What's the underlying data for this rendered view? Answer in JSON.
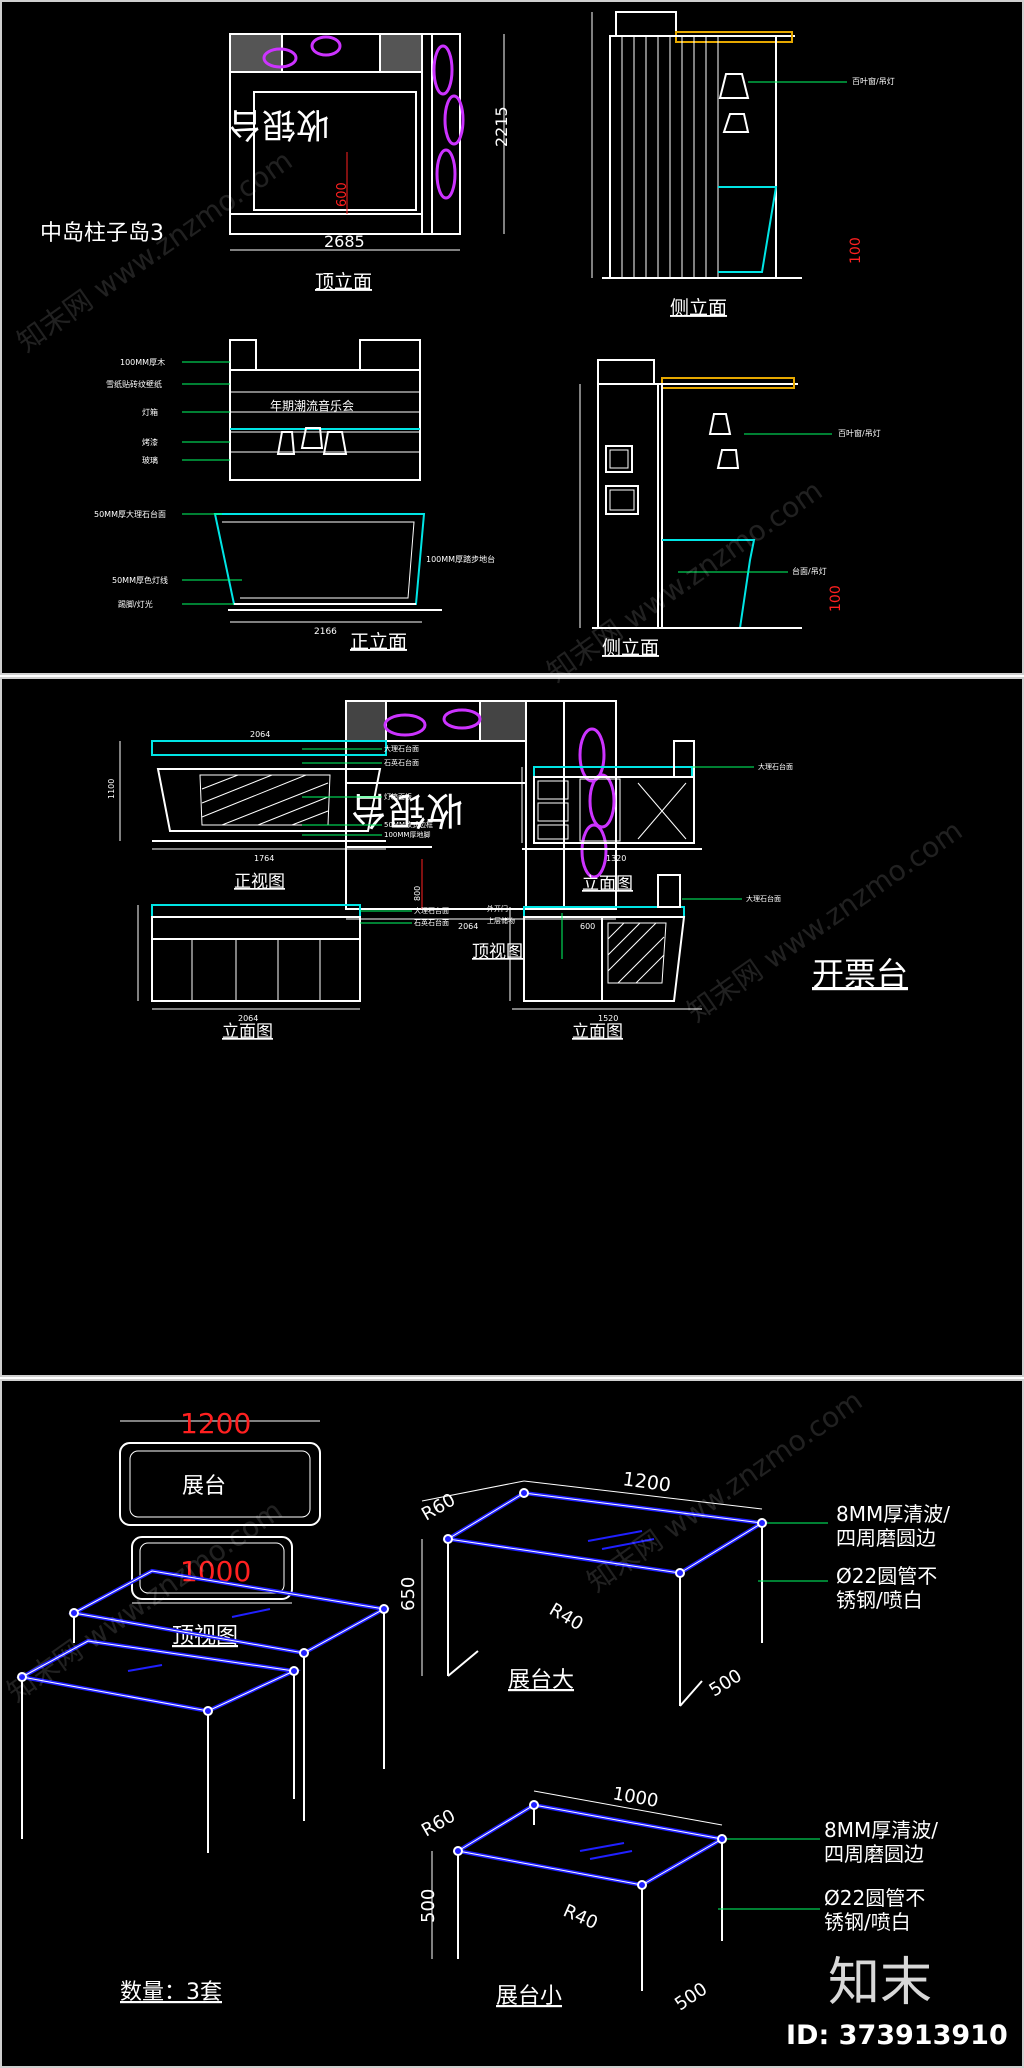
{
  "panel1": {
    "group_title": "中岛柱子岛3",
    "views": {
      "top_elevation": "顶立面",
      "side_elevation_1": "侧立面",
      "front_elevation": "正立面",
      "side_elevation_2": "侧立面"
    },
    "sign_text": "收银台",
    "dims": {
      "top_width": "2685",
      "top_height": "2215",
      "top_inner": "600",
      "side_100": "100"
    },
    "front_notes": [
      "100MM厚木",
      "雪纸贴砖纹壁纸",
      "灯箱",
      "烤漆",
      "玻璃",
      "50MM厚大理石台面",
      "50MM厚色灯线",
      "踢脚/灯光",
      "100MM厚踏步地台"
    ],
    "front_banner": "年期潮流音乐会",
    "front_width": "2166",
    "side_notes": [
      "百叶窗/吊灯",
      "台面/吊灯"
    ]
  },
  "panel2": {
    "sign_text": "收银台",
    "views": {
      "top_view": "顶视图",
      "front_view": "正视图",
      "elev_1": "立面图",
      "elev_2": "立面图",
      "elev_3": "立面图"
    },
    "desk_title": "开票台",
    "dims": {
      "top_width": "2064",
      "top_left": "800",
      "top_right": "600",
      "front_width": "2064",
      "front_bottom": "1764",
      "front_height": "1100",
      "side_width": "1320",
      "lower_width": "2064",
      "lower_side_width": "1520"
    },
    "notes": [
      "大理石台面",
      "石英石台面",
      "灯箱面板",
      "50MM欧式边框",
      "100MM厚地脚",
      "外开门",
      "上层储物"
    ]
  },
  "panel3": {
    "top_view_title": "顶视图",
    "big_rect_dim": "1200",
    "small_rect_dim": "1000",
    "stand_label": "展台",
    "large_table": {
      "label": "展台大",
      "length": "1200",
      "depth": "500",
      "height": "650",
      "r_top": "R60",
      "r_leg": "R40",
      "note_glass": [
        "8MM厚清波/",
        "四周磨圆边"
      ],
      "note_pipe": [
        "Ø22圆管不",
        "锈钢/喷白"
      ]
    },
    "small_table": {
      "label": "展台小",
      "length": "1000",
      "depth": "500",
      "height": "500",
      "r_top": "R60",
      "r_leg": "R40",
      "note_glass": [
        "8MM厚清波/",
        "四周磨圆边"
      ],
      "note_pipe": [
        "Ø22圆管不",
        "锈钢/喷白"
      ]
    },
    "quantity": "数量：3套"
  },
  "watermark": "知末网 www.znzmo.com",
  "logo": "知末",
  "image_id": "ID: 373913910",
  "colors": {
    "line": "#ffffff",
    "magenta": "#cc33ff",
    "cyan": "#00e5e5",
    "green": "#00ff66",
    "red": "#ff2020",
    "blue": "#2020ff"
  }
}
